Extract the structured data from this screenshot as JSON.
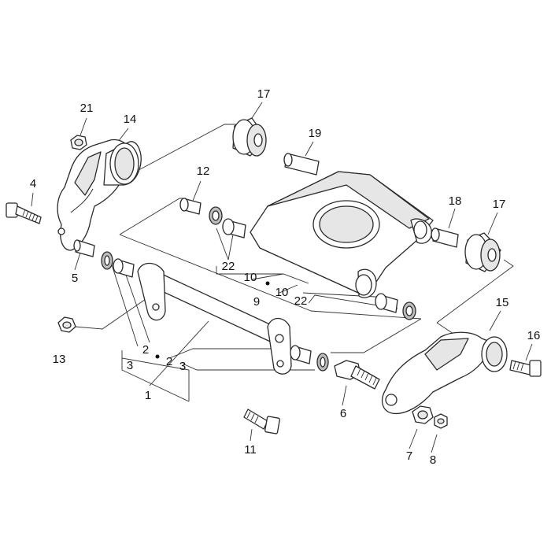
{
  "callouts": {
    "c1": "1",
    "c2a": "2",
    "c2b": "2",
    "c3a": "3",
    "c3b": "3",
    "c4": "4",
    "c5": "5",
    "c6": "6",
    "c7": "7",
    "c8": "8",
    "c9": "9",
    "c10a": "10",
    "c10b": "10",
    "c11": "11",
    "c12": "12",
    "c13": "13",
    "c14": "14",
    "c15": "15",
    "c16": "16",
    "c17a": "17",
    "c17b": "17",
    "c18": "18",
    "c19": "19",
    "c21": "21",
    "c22a": "22",
    "c22b": "22"
  }
}
